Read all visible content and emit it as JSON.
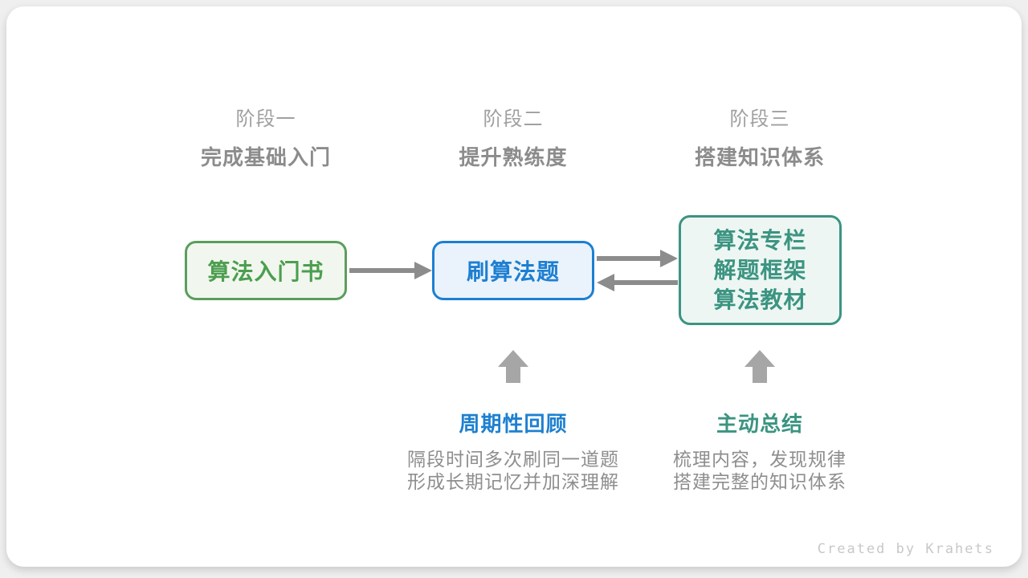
{
  "stages": [
    {
      "label": "阶段一",
      "subtitle": "完成基础入门"
    },
    {
      "label": "阶段二",
      "subtitle": "提升熟练度"
    },
    {
      "label": "阶段三",
      "subtitle": "搭建知识体系"
    }
  ],
  "nodes": [
    {
      "title": "算法入门书"
    },
    {
      "title": "刷算法题"
    },
    {
      "lines": [
        "算法专栏",
        "解题框架",
        "算法教材"
      ]
    }
  ],
  "annotations": [
    {
      "title": "周期性回顾",
      "lines": [
        "隔段时间多次刷同一道题",
        "形成长期记忆并加深理解"
      ]
    },
    {
      "title": "主动总结",
      "lines": [
        "梳理内容，发现规律",
        "搭建完整的知识体系"
      ]
    }
  ],
  "footer": {
    "credit": "Created by Krahets"
  },
  "colors": {
    "node1_border": "#5a9e5d",
    "node1_bg": "#f1f7ee",
    "node1_text": "#4c9e50",
    "node2_border": "#1d7fd1",
    "node2_bg": "#eaf3fb",
    "node2_text": "#1d7fd1",
    "node3_border": "#3b9481",
    "node3_bg": "#edf6f2",
    "node3_text": "#3b9481",
    "flow_arrow": "#8c8c8c",
    "up_arrow": "#a6a6a6",
    "stage_label": "#a0a0a0",
    "stage_subtitle": "#8c8c8c",
    "annotation_blue": "#1e80d0",
    "annotation_green": "#3b9481",
    "description_text": "#8e8e8e",
    "credit_text": "#c8c8c8"
  }
}
